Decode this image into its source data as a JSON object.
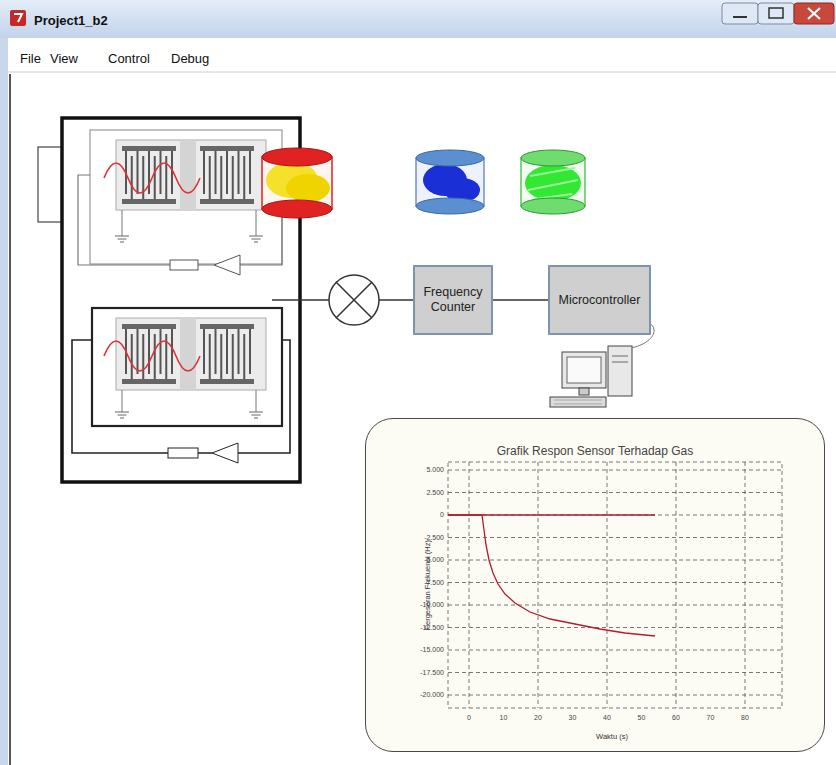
{
  "diagram": {
    "nodes": [
      {
        "text": [
          "Frequency Counter"
        ]
      },
      {
        "text": [
          "Microcontroller"
        ]
      },
      {
        "text": [
          "Grafik Respon Sensor Terhadap Gas"
        ]
      }
    ],
    "edges": [
      {
        "from": 0,
        "to": 1,
        "arrow": "none"
      }
    ],
    "labels": [
      "Project1_b2",
      "File",
      "View",
      "Control",
      "Debug",
      "5.000",
      "2.500",
      "0",
      "-2.500",
      "-5.000",
      "-7.500",
      "-10.000",
      "-12.500",
      "-15.000",
      "-17.500",
      "-20.000",
      "Pergeseran Frekuensi (Hz)",
      "0",
      "10",
      "20",
      "30",
      "40",
      "50",
      "60",
      "70",
      "80",
      "Waktu (s)"
    ]
  }
}
